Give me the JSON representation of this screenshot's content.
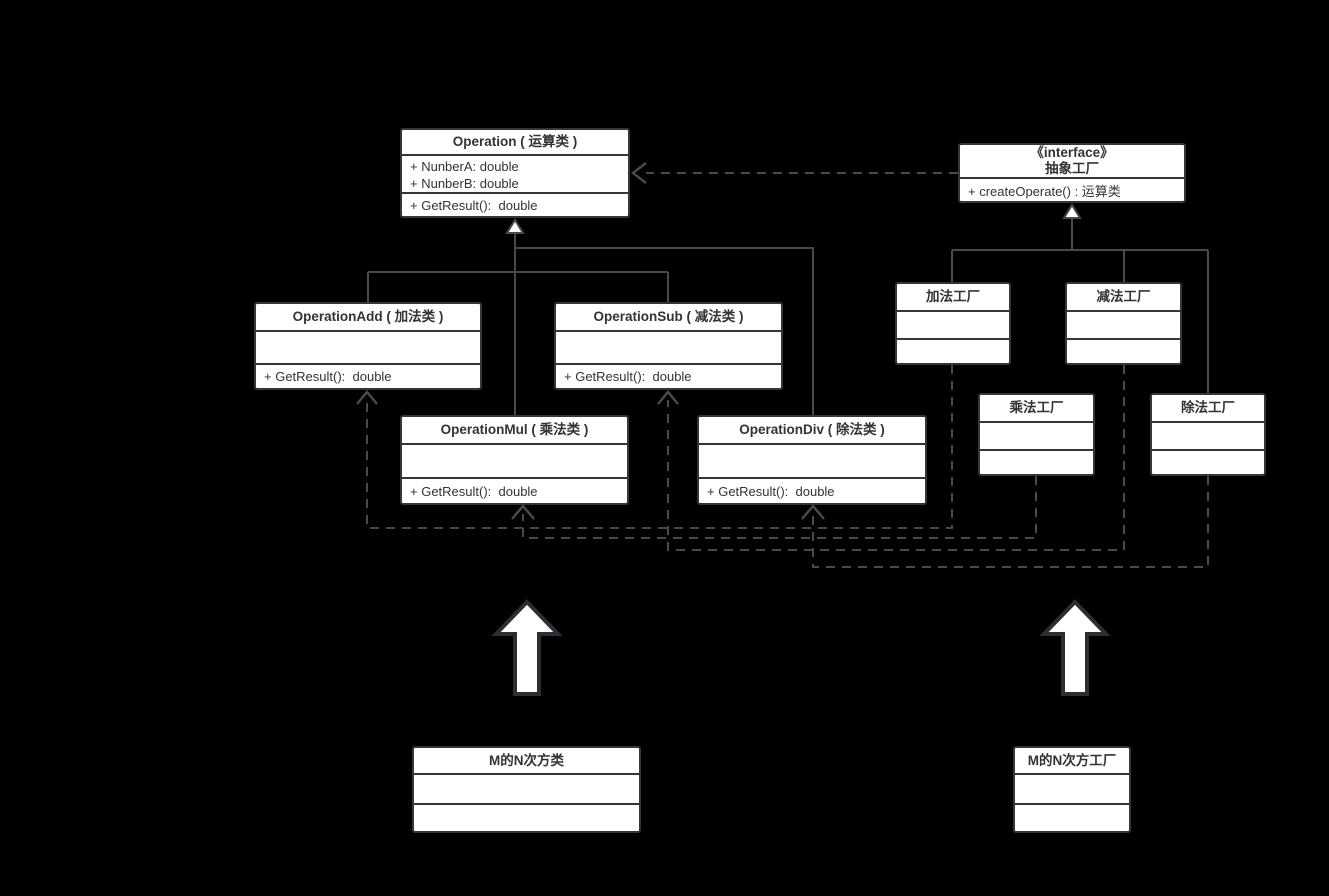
{
  "diagram_title": "Simple factory / factory method UML class diagram",
  "colors": {
    "background": "#000000",
    "box_fill": "#ffffff",
    "box_border": "#36363a",
    "connector": "#4a4a4a",
    "text": "#333333",
    "big_arrow_fill": "#ffffff"
  },
  "classes": {
    "operation": {
      "title": "Operation ( 运算类 )",
      "attr1": "+ NunberA: double",
      "attr2": "+ NunberB: double",
      "method": "+ GetResult():  double"
    },
    "abstract_factory": {
      "stereotype": "《interface》",
      "title": "抽象工厂",
      "method": "+ createOperate() : 运算类"
    },
    "operation_add": {
      "title": "OperationAdd ( 加法类 )",
      "method": "+ GetResult():  double"
    },
    "operation_sub": {
      "title": "OperationSub ( 减法类 )",
      "method": "+ GetResult():  double"
    },
    "operation_mul": {
      "title": "OperationMul ( 乘法类 )",
      "method": "+ GetResult():  double"
    },
    "operation_div": {
      "title": "OperationDiv ( 除法类 )",
      "method": "+ GetResult():  double"
    },
    "add_factory": {
      "title": "加法工厂"
    },
    "sub_factory": {
      "title": "减法工厂"
    },
    "mul_factory": {
      "title": "乘法工厂"
    },
    "div_factory": {
      "title": "除法工厂"
    },
    "power_class": {
      "title": "M的N次方类"
    },
    "power_factory": {
      "title": "M的N次方工厂"
    }
  },
  "relationships": [
    {
      "from": "operation_add",
      "to": "operation",
      "type": "generalization"
    },
    {
      "from": "operation_sub",
      "to": "operation",
      "type": "generalization"
    },
    {
      "from": "operation_mul",
      "to": "operation",
      "type": "generalization"
    },
    {
      "from": "operation_div",
      "to": "operation",
      "type": "generalization"
    },
    {
      "from": "add_factory",
      "to": "abstract_factory",
      "type": "generalization"
    },
    {
      "from": "sub_factory",
      "to": "abstract_factory",
      "type": "generalization"
    },
    {
      "from": "div_factory",
      "to": "abstract_factory",
      "type": "generalization"
    },
    {
      "from": "abstract_factory",
      "to": "operation",
      "type": "dependency"
    },
    {
      "from": "add_factory",
      "to": "operation_add",
      "type": "dependency"
    },
    {
      "from": "sub_factory",
      "to": "operation_sub",
      "type": "dependency"
    },
    {
      "from": "mul_factory",
      "to": "operation_mul",
      "type": "dependency"
    },
    {
      "from": "div_factory",
      "to": "operation_div",
      "type": "dependency"
    },
    {
      "from": "power_class",
      "to": "operations-group",
      "type": "big-up-arrow"
    },
    {
      "from": "power_factory",
      "to": "factories-group",
      "type": "big-up-arrow"
    }
  ]
}
